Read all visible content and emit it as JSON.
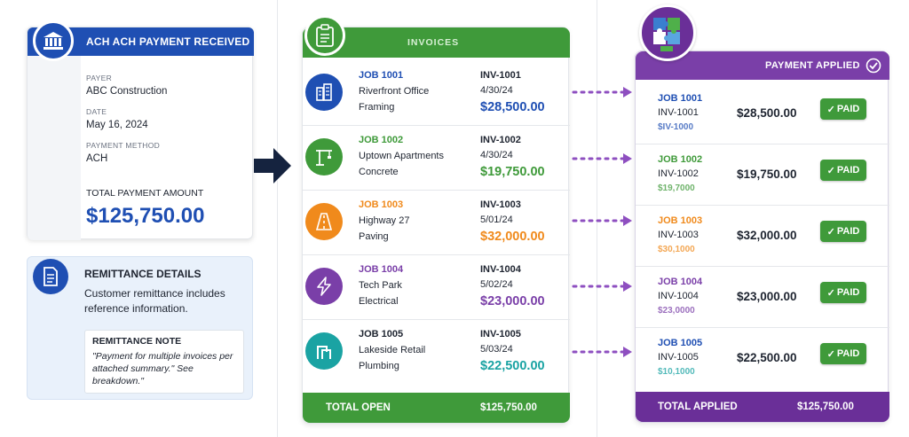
{
  "colors": {
    "ach_blue": "#1f4fb3",
    "invoice_green": "#3f9a3a",
    "applied_purple": "#6a2f98",
    "job_1001": "#1f4fb3",
    "job_1002": "#3f9a3a",
    "job_1003": "#f08a1c",
    "job_1004": "#7a3fa8",
    "job_1005": "#1f4fb3",
    "amount_1001": "#1f4fb3",
    "amount_1002": "#3f9a3a",
    "amount_1003": "#f08a1c",
    "amount_1004": "#7a3fa8",
    "amount_1005": "#1aa3a3"
  },
  "ach": {
    "title": "ACH ACH PAYMENT RECEIVED",
    "icon": "bank-icon",
    "payer_label": "PAYER",
    "payer_value": "ABC Construction",
    "date_label": "DATE",
    "date_value": "May 16, 2024",
    "method_label": "PAYMENT METHOD",
    "method_value": "ACH",
    "total_label": "TOTAL PAYMENT AMOUNT",
    "total_value": "$125,750.00"
  },
  "remittance": {
    "icon": "document-icon",
    "title": "REMITTANCE DETAILS",
    "description": "Customer remittance includes reference information.",
    "note_title": "REMITTANCE NOTE",
    "note_text": "\"Payment for multiple invoices per attached summary.\" See breakdown.\""
  },
  "invoices": {
    "title": "INVOICES",
    "icon": "clipboard-icon",
    "rows": [
      {
        "job": "JOB 1001",
        "line1": "Riverfront Office",
        "line2": "Framing",
        "inv": "INV-1001",
        "date": "4/30/24",
        "amount": "$28,500.00",
        "icon": "building-icon"
      },
      {
        "job": "JOB 1002",
        "line1": "Uptown Apartments",
        "line2": "Concrete",
        "inv": "INV-1002",
        "date": "4/30/24",
        "amount": "$19,750.00",
        "icon": "crane-icon"
      },
      {
        "job": "JOB 1003",
        "line1": "Highway 27",
        "line2": "Paving",
        "inv": "INV-1003",
        "date": "5/01/24",
        "amount": "$32,000.00",
        "icon": "road-icon"
      },
      {
        "job": "JOB 1004",
        "line1": "Tech Park",
        "line2": "Electrical",
        "inv": "INV-1004",
        "date": "5/02/24",
        "amount": "$23,000.00",
        "icon": "lightning-icon"
      },
      {
        "job": "JOB 1005",
        "line1": "Lakeside Retail",
        "line2": "Plumbing",
        "inv": "INV-1005",
        "date": "5/03/24",
        "amount": "$22,500.00",
        "icon": "pipe-icon"
      }
    ],
    "total_label": "TOTAL OPEN",
    "total_value": "$125,750.00"
  },
  "applied": {
    "title": "PAYMENT APPLIED",
    "badge_icon": "puzzle-icon",
    "check_icon": "check-circle-icon",
    "rows": [
      {
        "job": "JOB 1001",
        "inv": "INV-1001",
        "ghost": "$IV-1000",
        "amount": "$28,500.00",
        "status": "PAID"
      },
      {
        "job": "JOB 1002",
        "inv": "INV-1002",
        "ghost": "$19,7000",
        "amount": "$19,750.00",
        "status": "PAID"
      },
      {
        "job": "JOB 1003",
        "inv": "INV-1003",
        "ghost": "$30,1000",
        "amount": "$32,000.00",
        "status": "PAID"
      },
      {
        "job": "JOB 1004",
        "inv": "INV-1004",
        "ghost": "$23,0000",
        "amount": "$23,000.00",
        "status": "PAID"
      },
      {
        "job": "JOB 1005",
        "inv": "INV-1005",
        "ghost": "$10,1000",
        "amount": "$22,500.00",
        "status": "PAID"
      }
    ],
    "total_label": "TOTAL APPLIED",
    "total_value": "$125,750.00"
  }
}
